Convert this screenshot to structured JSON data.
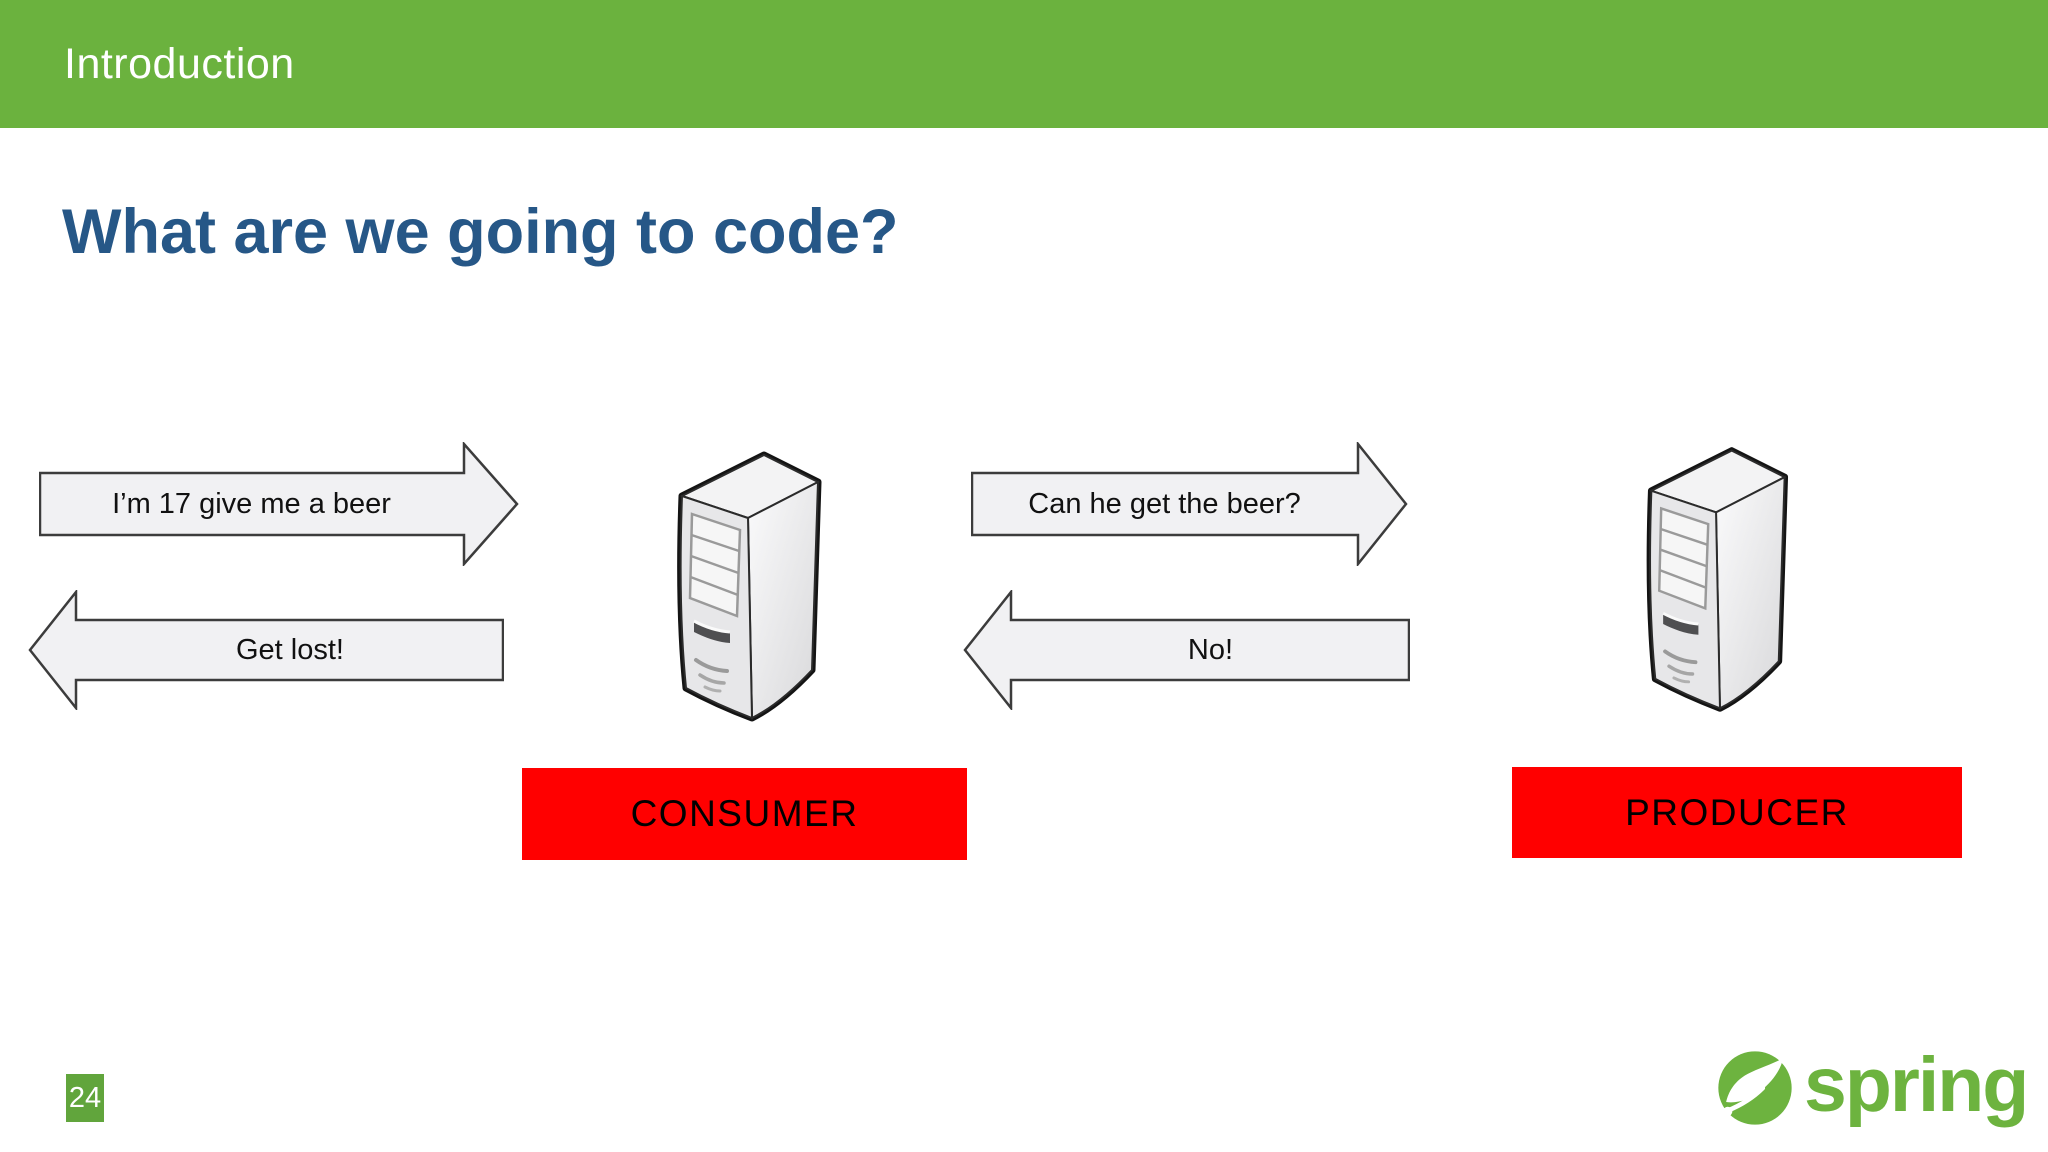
{
  "slide": {
    "header": {
      "label": "Introduction"
    },
    "title": "What are we going to code?",
    "page_number": "24",
    "diagram": {
      "consumer": {
        "request": "I’m 17 give me a beer",
        "response": "Get lost!",
        "label": "CONSUMER",
        "icon": "server-tower-icon"
      },
      "producer": {
        "request": "Can he get the beer?",
        "response": "No!",
        "label": "PRODUCER",
        "icon": "server-tower-icon"
      }
    },
    "logo": {
      "text": "spring",
      "icon": "spring-leaf-icon"
    },
    "colors": {
      "header_green": "#6BB23E",
      "title_blue": "#265787",
      "box_red": "#FF0000",
      "spring_green": "#6DB33F",
      "arrow_fill": "#F1F1F3",
      "arrow_border": "#3C3C3C",
      "page_badge_green": "#61A53C"
    }
  }
}
